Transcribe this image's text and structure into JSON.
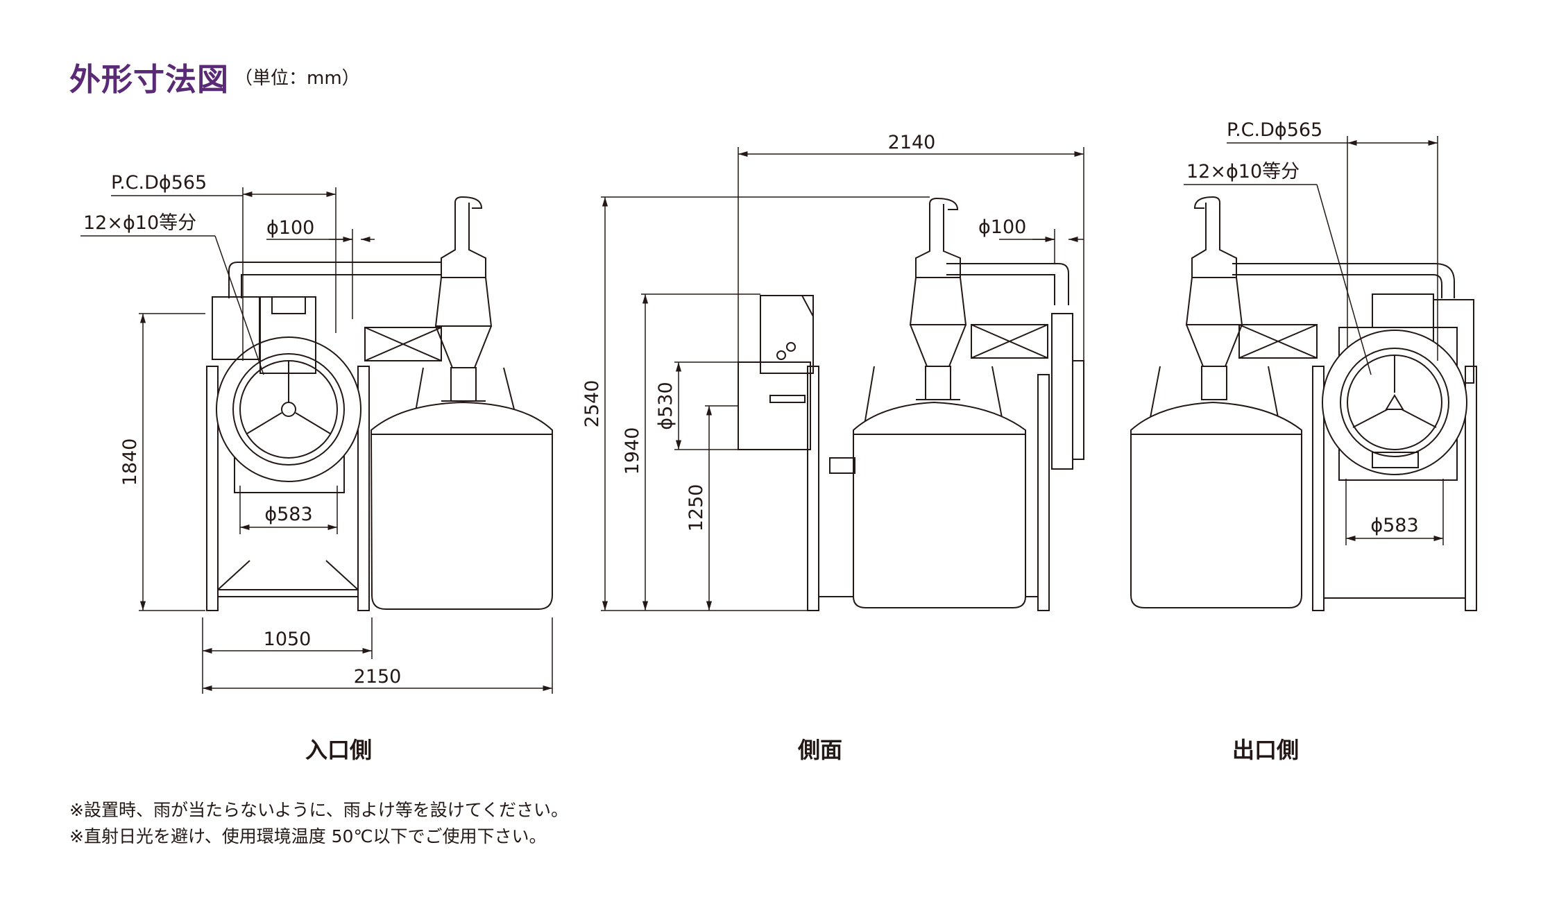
{
  "header": {
    "title": "外形寸法図",
    "unit": "（単位：mm）"
  },
  "views": {
    "front": {
      "label": "入口側",
      "dims": {
        "pcd": "P.C.Dϕ565",
        "holes": "12×ϕ10等分",
        "pipe": "ϕ100",
        "height": "1840",
        "fan": "ϕ583",
        "frame_width": "1050",
        "total_width": "2150"
      }
    },
    "side": {
      "label": "側面",
      "dims": {
        "length": "2140",
        "pipe": "ϕ100",
        "total_height": "2540",
        "inlet_top": "1940",
        "inlet_center": "1250",
        "inlet_dia": "ϕ530"
      }
    },
    "rear": {
      "label": "出口側",
      "dims": {
        "pcd": "P.C.Dϕ565",
        "holes": "12×ϕ10等分",
        "fan": "ϕ583"
      }
    }
  },
  "notes": [
    "※設置時、雨が当たらないように、雨よけ等を設けてください。",
    "※直射日光を避け、使用環境温度 50℃以下でご使用下さい。"
  ]
}
